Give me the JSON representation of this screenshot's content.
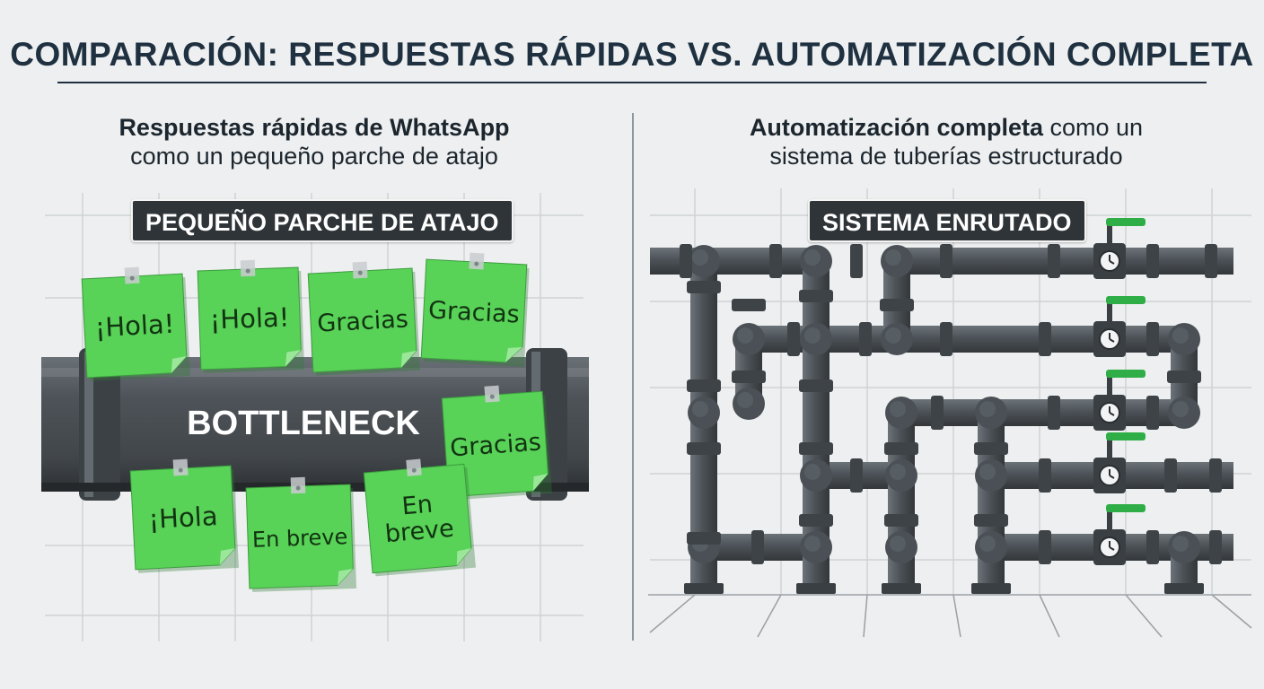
{
  "header": {
    "title": "COMPARACIÓN: RESPUESTAS RÁPIDAS VS. AUTOMATIZACIÓN COMPLETA"
  },
  "left_panel": {
    "heading_line1": "Respuestas rápidas de WhatsApp",
    "heading_line2": "como un pequeño parche de atajo",
    "tag": "PEQUEÑO PARCHE DE ATAJO",
    "pipe_label": "BOTTLENECK",
    "notes": [
      "¡Hola!",
      "¡Hola!",
      "Gracias",
      "Gracias",
      "Gracias",
      "¡Hola",
      "En breve",
      "En breve"
    ]
  },
  "right_panel": {
    "heading_bold": "Automatización completa",
    "heading_rest": " como un",
    "heading_line2": "sistema de tuberías estructurado",
    "tag": "SISTEMA ENRUTADO"
  },
  "colors": {
    "background": "#eeeff0",
    "pipe": "#4a5055",
    "note_green": "#57d157",
    "valve_green": "#2fae47",
    "tag_bg": "#2f3438"
  }
}
